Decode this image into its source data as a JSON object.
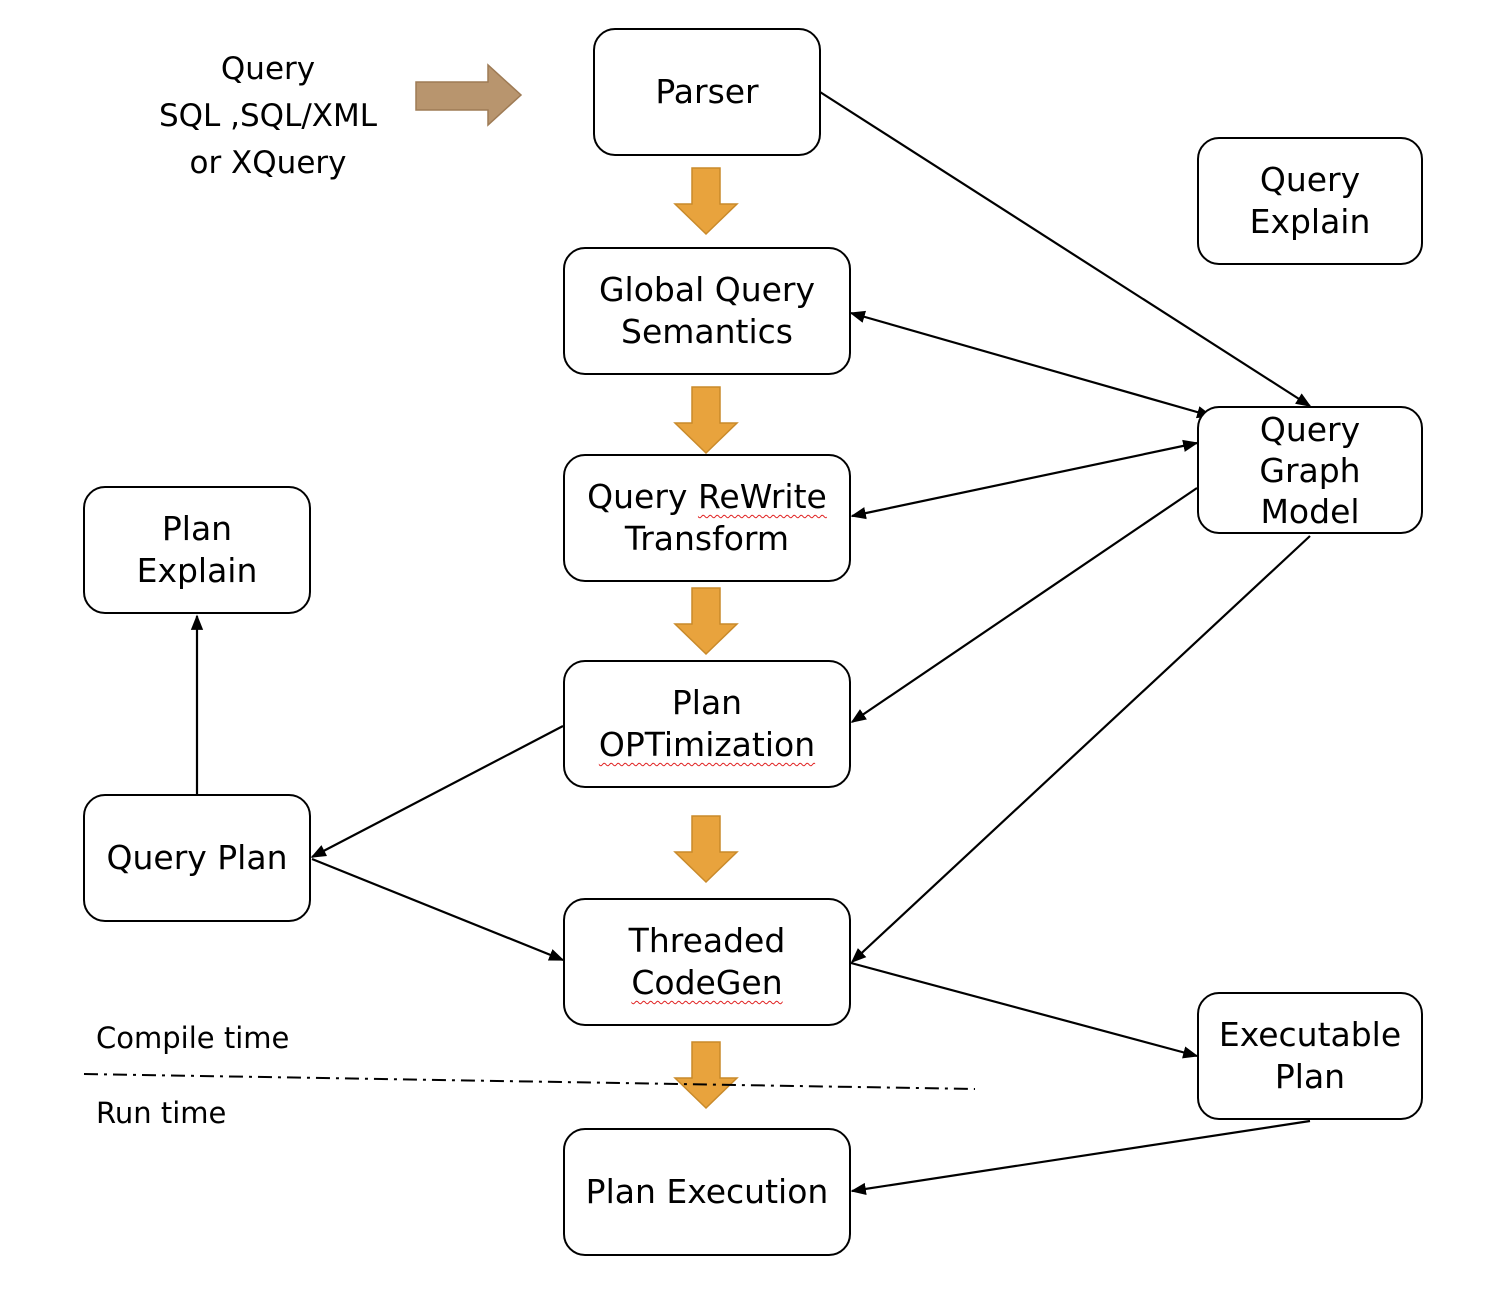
{
  "input": {
    "lines": [
      "Query",
      "SQL ,SQL/XML",
      "or XQuery"
    ]
  },
  "nodes": {
    "parser": {
      "lines": [
        "Parser"
      ]
    },
    "global_query_semantics": {
      "lines": [
        "Global Query",
        "Semantics"
      ]
    },
    "query_rewrite": {
      "lines": [
        "Query ReWrite",
        "Transform"
      ]
    },
    "plan_optimization": {
      "lines": [
        "Plan",
        "OPTimization"
      ]
    },
    "threaded_codegen": {
      "lines": [
        "Threaded",
        "CodeGen"
      ]
    },
    "plan_execution": {
      "lines": [
        "Plan Execution"
      ]
    },
    "query_explain": {
      "lines": [
        "Query",
        "Explain"
      ]
    },
    "query_graph_model": {
      "lines": [
        "Query",
        "Graph",
        "Model"
      ]
    },
    "executable_plan": {
      "lines": [
        "Executable",
        "Plan"
      ]
    },
    "plan_explain": {
      "lines": [
        "Plan",
        "Explain"
      ]
    },
    "query_plan": {
      "lines": [
        "Query Plan"
      ]
    }
  },
  "phase_labels": {
    "compile_time": "Compile time",
    "run_time": "Run time"
  },
  "colors": {
    "input_arrow": "#b8956e",
    "flow_arrow": "#e8a33d",
    "border": "#000000",
    "spellcheck_underline": "#e02020"
  }
}
